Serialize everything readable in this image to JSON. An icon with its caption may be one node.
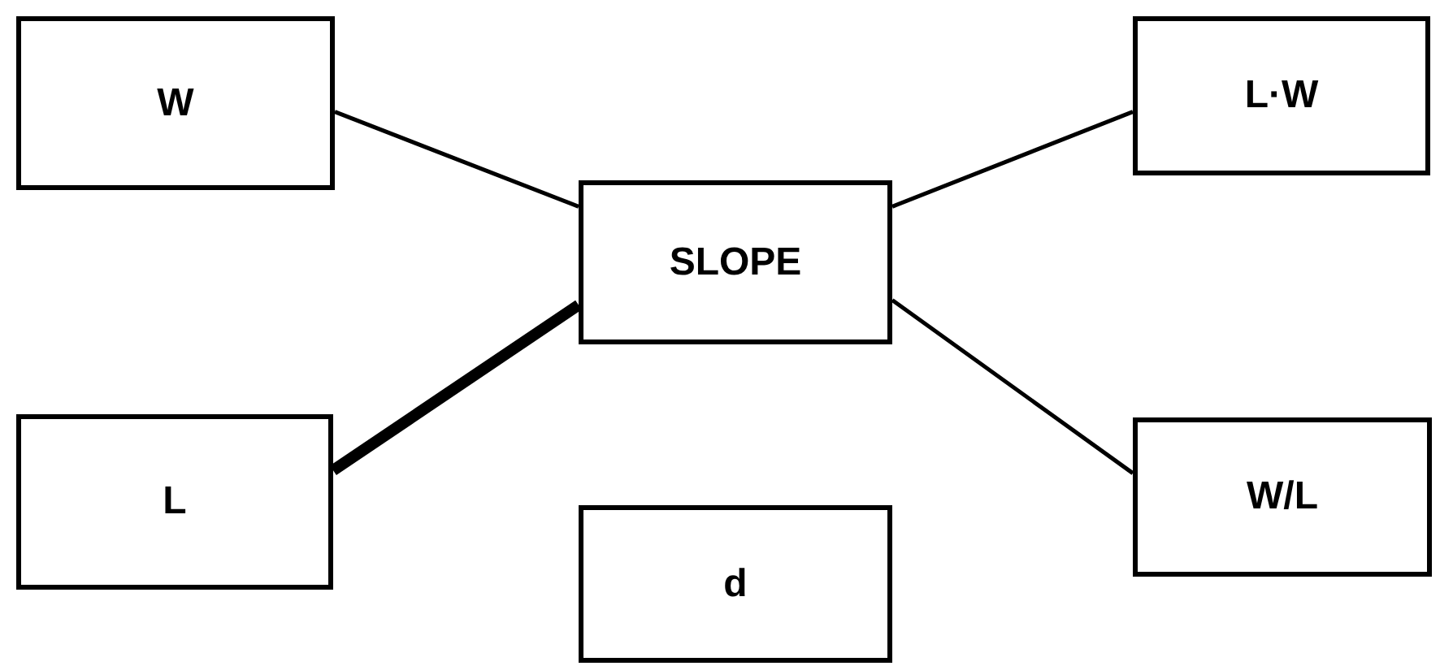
{
  "diagram": {
    "nodes": [
      {
        "text": [
          "W"
        ]
      },
      {
        "text": [
          "L·W"
        ]
      },
      {
        "text": [
          "SLOPE"
        ]
      },
      {
        "text": [
          "L"
        ]
      },
      {
        "text": [
          "W/L"
        ]
      },
      {
        "text": [
          "d"
        ]
      }
    ],
    "edges": [
      {
        "from": 0,
        "to": 2,
        "arrow": "none"
      },
      {
        "from": 3,
        "to": 2,
        "arrow": "none",
        "style": "thick"
      },
      {
        "from": 2,
        "to": 1,
        "arrow": "none"
      },
      {
        "from": 2,
        "to": 4,
        "arrow": "none"
      }
    ]
  }
}
